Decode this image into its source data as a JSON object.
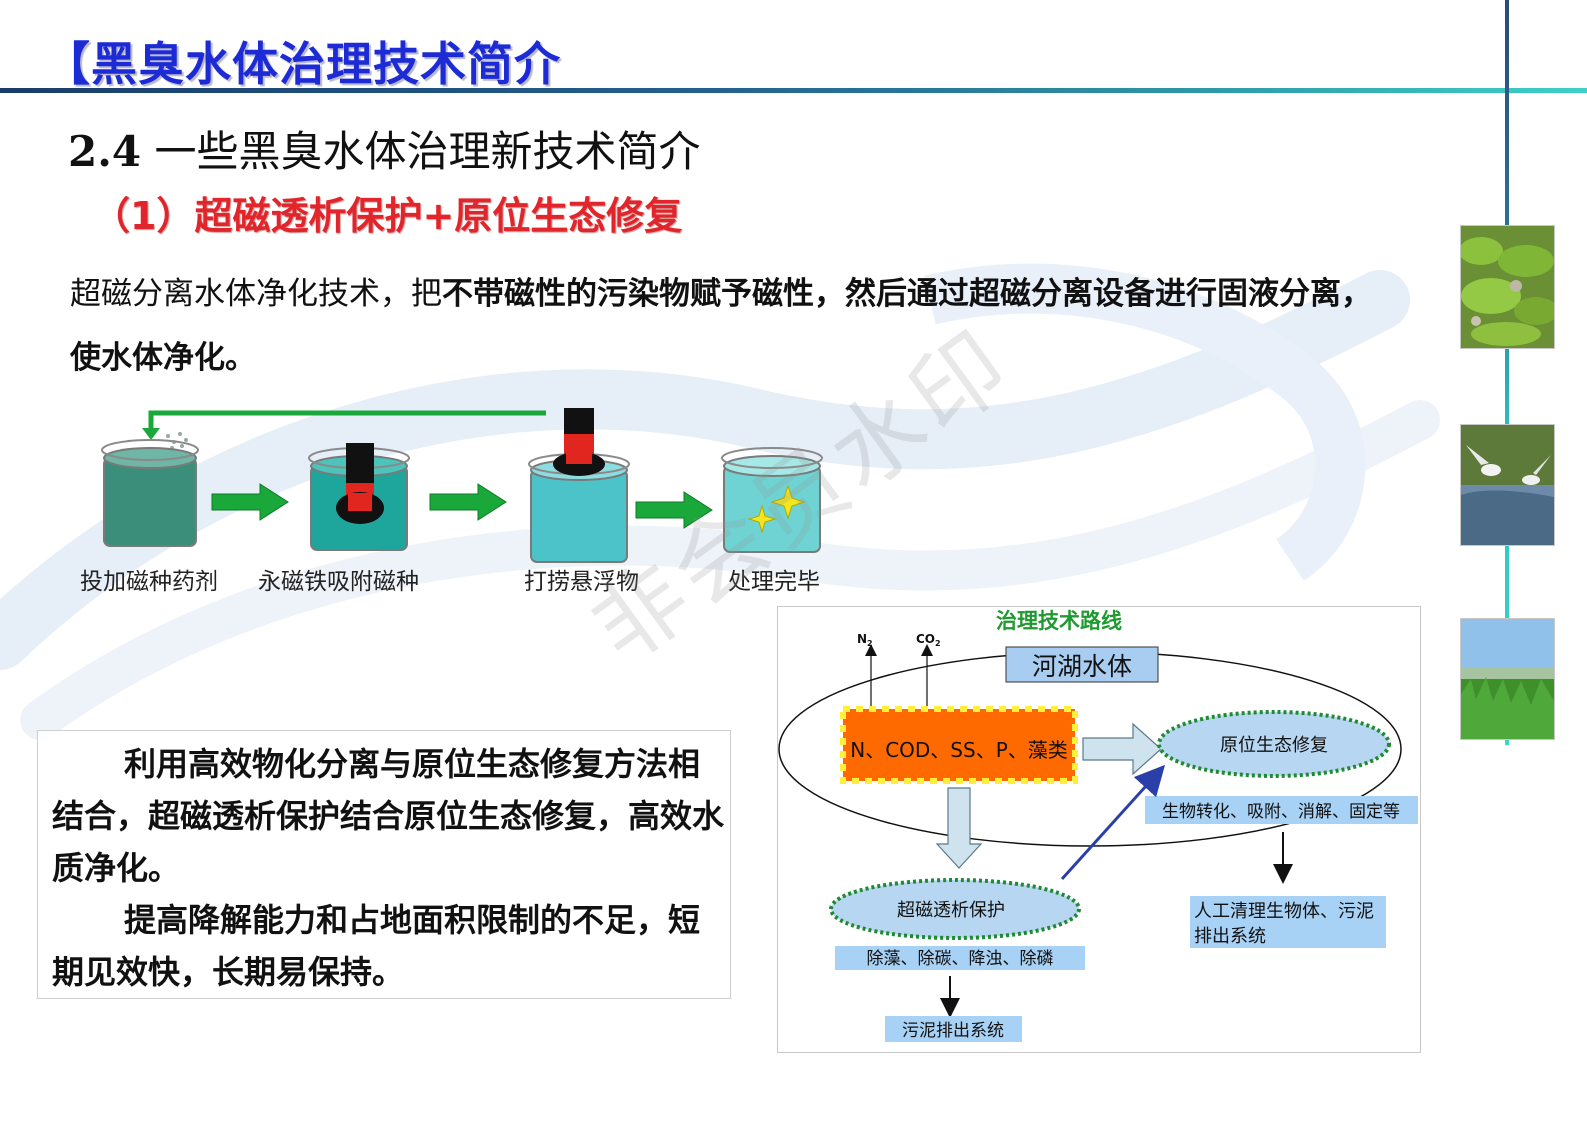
{
  "slide": {
    "title": "【黑臭水体治理技术简介",
    "section_number": "2.4",
    "section_title": "一些黑臭水体治理新技术简介",
    "subsection_title": "（1）超磁透析保护+原位生态修复"
  },
  "intro": {
    "plain_part": "超磁分离水体净化技术，把",
    "bold_part": "不带磁性的污染物赋予磁性，然后通过超磁分离设备进行固液分离，使水体净化。"
  },
  "process": {
    "steps": [
      {
        "label": "投加磁种药剂"
      },
      {
        "label": "永磁铁吸附磁种"
      },
      {
        "label": "打捞悬浮物"
      },
      {
        "label": "处理完毕"
      }
    ]
  },
  "summary": {
    "paragraph1": "利用高效物化分离与原位生态修复方法相结合，超磁透析保护结合原位生态修复，高效水质净化。",
    "paragraph2": "提高降解能力和占地面积限制的不足，短期见效快，长期易保持。"
  },
  "diagram": {
    "title": "治理技术路线",
    "n2": "N",
    "n2_sub": "2",
    "co2": "CO",
    "co2_sub": "2",
    "water_body": "河湖水体",
    "pollutants": "N、COD、SS、P、藻类",
    "in_situ": "原位生态修复",
    "in_situ_desc": "生物转化、吸附、消解、固定等",
    "manual_cleanup_line1": "人工清理生物体、污泥",
    "manual_cleanup_line2": "排出系统",
    "magnetic": "超磁透析保护",
    "magnetic_desc": "除藻、除碳、降浊、除磷",
    "sludge": "污泥排出系统"
  },
  "watermark": "非会员水印",
  "colors": {
    "title_blue": "#1d2bd6",
    "subtitle_red": "#e2252b",
    "diagram_green": "#1e9a2e",
    "ellipse_fill": "#bcd9f2",
    "ellipse_border": "#1f8a34",
    "pollutant_orange": "#ff6a00",
    "label_blue_bg": "#a7d1f5",
    "arrow_green": "#1aa83a"
  }
}
